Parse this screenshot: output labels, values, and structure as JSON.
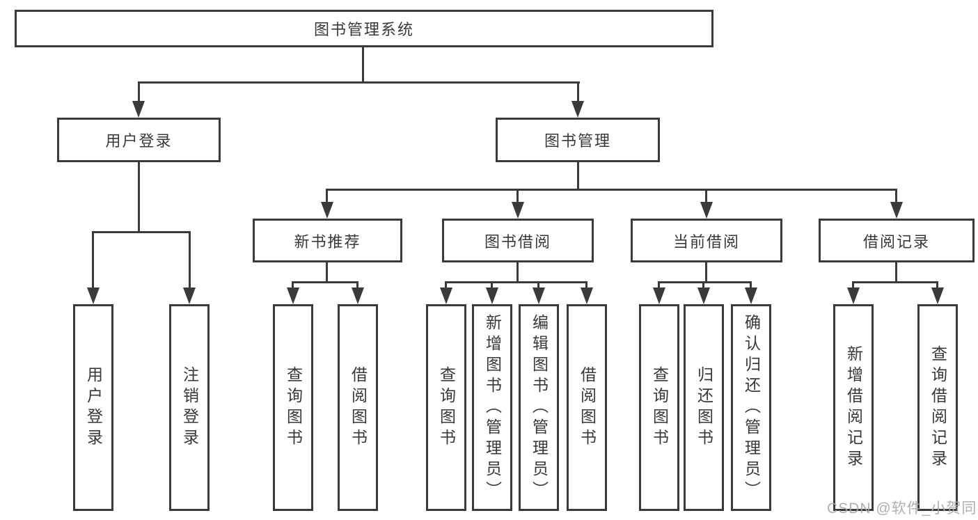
{
  "diagram": {
    "title": "图书管理系统",
    "level1": {
      "user_login": "用户登录",
      "book_management": "图书管理"
    },
    "level2": {
      "new_book_recommend": "新书推荐",
      "book_borrow": "图书借阅",
      "current_borrow": "当前借阅",
      "borrow_records": "借阅记录"
    },
    "leaves": {
      "user_login": [
        "用户登录",
        "注销登录"
      ],
      "new_book_recommend": [
        "查询图书",
        "借阅图书"
      ],
      "book_borrow": [
        "查询图书",
        "新增图书（管理员）",
        "编辑图书（管理员）",
        "借阅图书"
      ],
      "current_borrow": [
        "查询图书",
        "归还图书",
        "确认归还（管理员）"
      ],
      "borrow_records": [
        "新增借阅记录",
        "查询借阅记录"
      ]
    }
  },
  "watermark": "CSDN @软件_小贺同学",
  "colors": {
    "line": "#3a3a3a",
    "text": "#383838",
    "watermark": "#a8a8a8",
    "background": "#ffffff"
  }
}
